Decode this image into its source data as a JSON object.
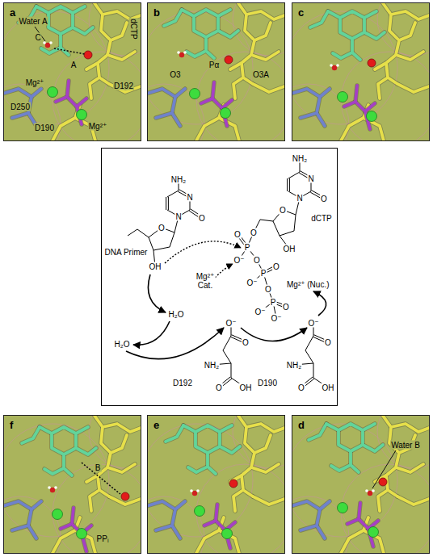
{
  "diagram": {
    "nodes": [
      {
        "text": [
          "a",
          "Water A",
          "C",
          "A",
          "Mg²⁺",
          "D192",
          "D250",
          "D190",
          "Mg²⁺",
          "dCTP"
        ]
      },
      {
        "text": [
          "b",
          "O3",
          "Pα",
          "O3A"
        ]
      },
      {
        "text": [
          "c"
        ]
      },
      {
        "text": [
          "NH₂",
          "N",
          "N",
          "O",
          "dCTP",
          "NH₂",
          "N",
          "N",
          "O",
          "O",
          "O",
          "OH",
          "O",
          "P",
          "O",
          "O⁻",
          "O",
          "DNA Primer",
          "OH",
          "P",
          "O",
          "O⁻",
          "Mg²⁺ Cat.",
          "Mg²⁺ (Nuc.)",
          "O",
          "P",
          "O⁻",
          "O",
          "O⁻",
          "H₂O",
          "O⁻",
          "O",
          "O⁻",
          "O",
          "H₂O",
          "NH₂",
          "NH₂",
          "O",
          "OH",
          "O",
          "OH",
          "D192",
          "D190"
        ]
      },
      {
        "text": [
          "f",
          "B",
          "PPᵢ"
        ]
      },
      {
        "text": [
          "e"
        ]
      },
      {
        "text": [
          "d",
          "Water B"
        ]
      }
    ]
  }
}
